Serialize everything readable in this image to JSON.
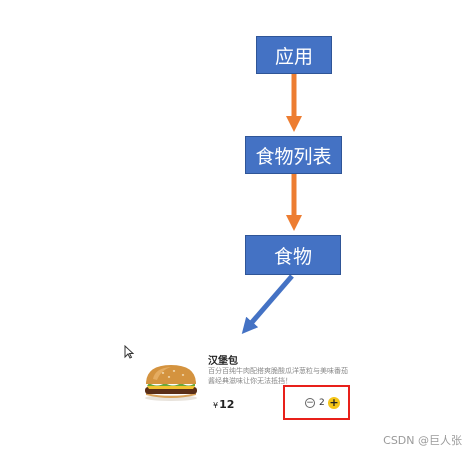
{
  "nodes": {
    "app": "应用",
    "food_list": "食物列表",
    "food": "食物"
  },
  "card": {
    "name": "汉堡包",
    "description": "百分百纯牛肉配搭爽脆酸瓜洋葱粒与美味番茄酱经典滋味让你无法抵挡！",
    "currency": "¥",
    "price": "12",
    "quantity": "2",
    "minus_label": "−",
    "plus_label": "+"
  },
  "watermark": "CSDN @巨人张",
  "colors": {
    "node_fill": "#4472c4",
    "arrow_orange": "#ed7d31",
    "arrow_blue": "#4472c4",
    "highlight_red": "#e8201a",
    "plus_button": "#f5c518"
  }
}
